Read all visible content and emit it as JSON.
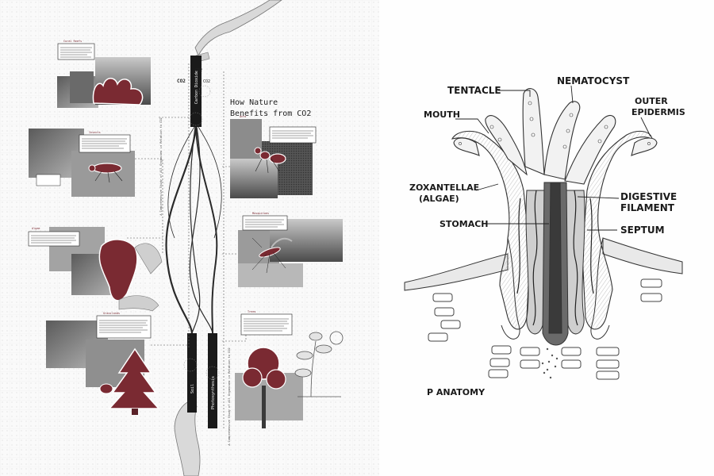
{
  "left_poster": {
    "title_line1": "How Nature",
    "title_line2": "Benefits from CO2",
    "co2_labels": [
      "CO2",
      "CO2",
      "CO2"
    ],
    "bar_top_label": "Carbon Dioxide",
    "bar_bottom_label_1": "Soil",
    "bar_bottom_label_2": "Photosynthesis",
    "side_caption_top": "A Comprehensive Study of All Organisms in Relation to CO2",
    "side_caption_bottom": "A Comprehensive Study of All Organisms in Relation to CO2",
    "panel_tags": [
      "Coral Reefs",
      "Insects",
      "Ants",
      "Algae",
      "Mosquitoes",
      "Grasslands",
      "Trees"
    ]
  },
  "right_sketch": {
    "labels": {
      "tentacle": "TENTACLE",
      "nematocyst": "NEMATOCYST",
      "mouth": "MOUTH",
      "outer_epidermis_1": "OUTER",
      "outer_epidermis_2": "EPIDERMIS",
      "zooxanthellae_1": "ZOXANTELLAE",
      "zooxanthellae_2": "(ALGAE)",
      "digestive_filament_1": "DIGESTIVE",
      "digestive_filament_2": "FILAMENT",
      "stomach": "STOMACH",
      "septum": "SEPTUM",
      "anatomy": "P ANATOMY"
    }
  },
  "colors": {
    "accent_red": "#7a2a32",
    "ink": "#1a1a1a",
    "grid": "#e6e6e6",
    "photo_gray": "#8a8a8a"
  }
}
